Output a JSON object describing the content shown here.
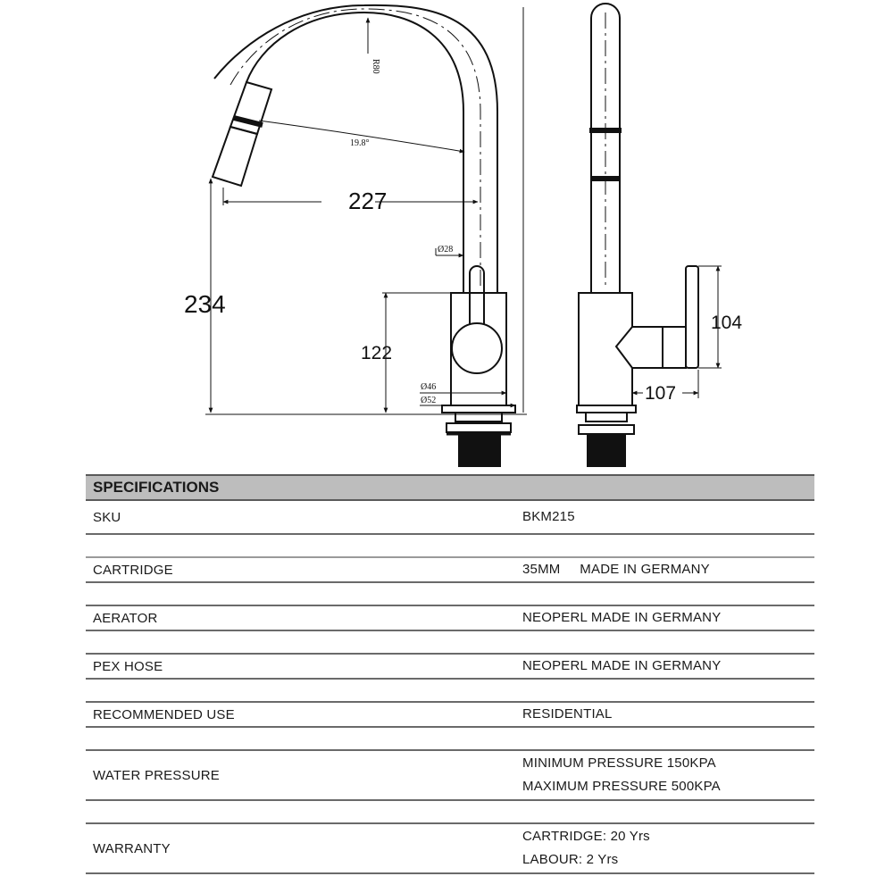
{
  "drawing": {
    "side_view": {
      "height_label": "234",
      "reach_label": "227",
      "body_height_label": "122",
      "spout_dia_label": "Ø28",
      "base_dia_inner_label": "Ø46",
      "base_dia_outer_label": "Ø52",
      "angle_label": "19.8°",
      "radius_label": "R80"
    },
    "front_view": {
      "lever_height_label": "104",
      "lever_depth_label": "107"
    }
  },
  "specifications": {
    "title": "SPECIFICATIONS",
    "rows": [
      {
        "label": "SKU",
        "values": [
          "BKM215"
        ]
      },
      {
        "label": "CARTRIDGE",
        "values": [
          "35MM     MADE IN GERMANY"
        ]
      },
      {
        "label": "AERATOR",
        "values": [
          "NEOPERL MADE IN GERMANY"
        ]
      },
      {
        "label": "PEX HOSE",
        "values": [
          "NEOPERL MADE IN GERMANY"
        ]
      },
      {
        "label": "RECOMMENDED USE",
        "values": [
          "RESIDENTIAL"
        ]
      },
      {
        "label": "WATER PRESSURE",
        "values": [
          "MINIMUM PRESSURE 150KPA",
          "MAXIMUM PRESSURE 500KPA"
        ]
      },
      {
        "label": "WARRANTY",
        "values": [
          "CARTRIDGE: 20 Yrs",
          "LABOUR: 2 Yrs"
        ]
      }
    ]
  }
}
